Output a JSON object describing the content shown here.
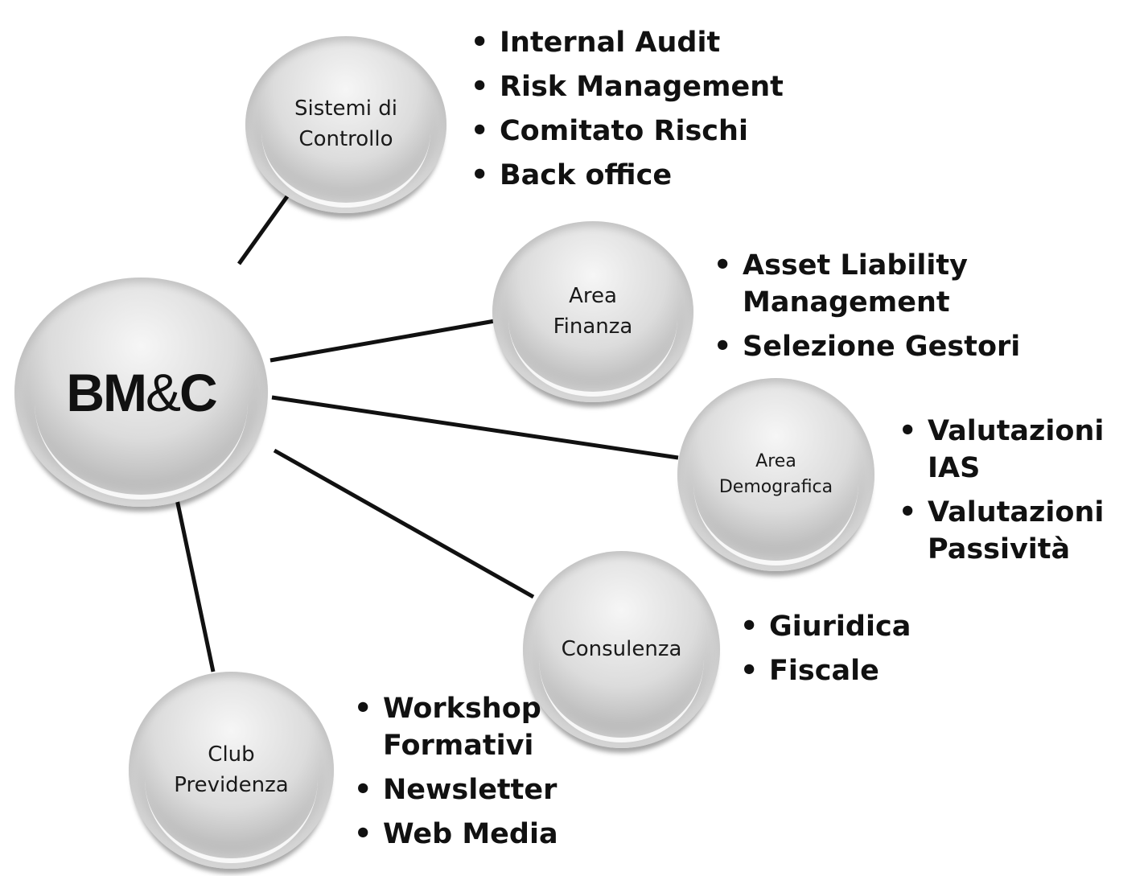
{
  "center": {
    "logo_main": "BM",
    "logo_amp": "&",
    "logo_end": "C"
  },
  "nodes": [
    {
      "id": "sistemi",
      "label": "Sistemi di\nControllo",
      "items": [
        "Internal Audit",
        "Risk Management",
        "Comitato Rischi",
        "Back office"
      ]
    },
    {
      "id": "finanza",
      "label": "Area\nFinanza",
      "items": [
        "Asset Liability\nManagement",
        "Selezione Gestori"
      ]
    },
    {
      "id": "demografica",
      "label": "Area\nDemografica",
      "items": [
        "Valutazioni IAS",
        "Valutazioni\nPassività"
      ]
    },
    {
      "id": "consulenza",
      "label": "Consulenza",
      "items": [
        "Giuridica",
        "Fiscale"
      ]
    },
    {
      "id": "club",
      "label": "Club\nPrevidenza",
      "items": [
        "Workshop\nFormativi",
        "Newsletter",
        "Web Media"
      ]
    }
  ]
}
